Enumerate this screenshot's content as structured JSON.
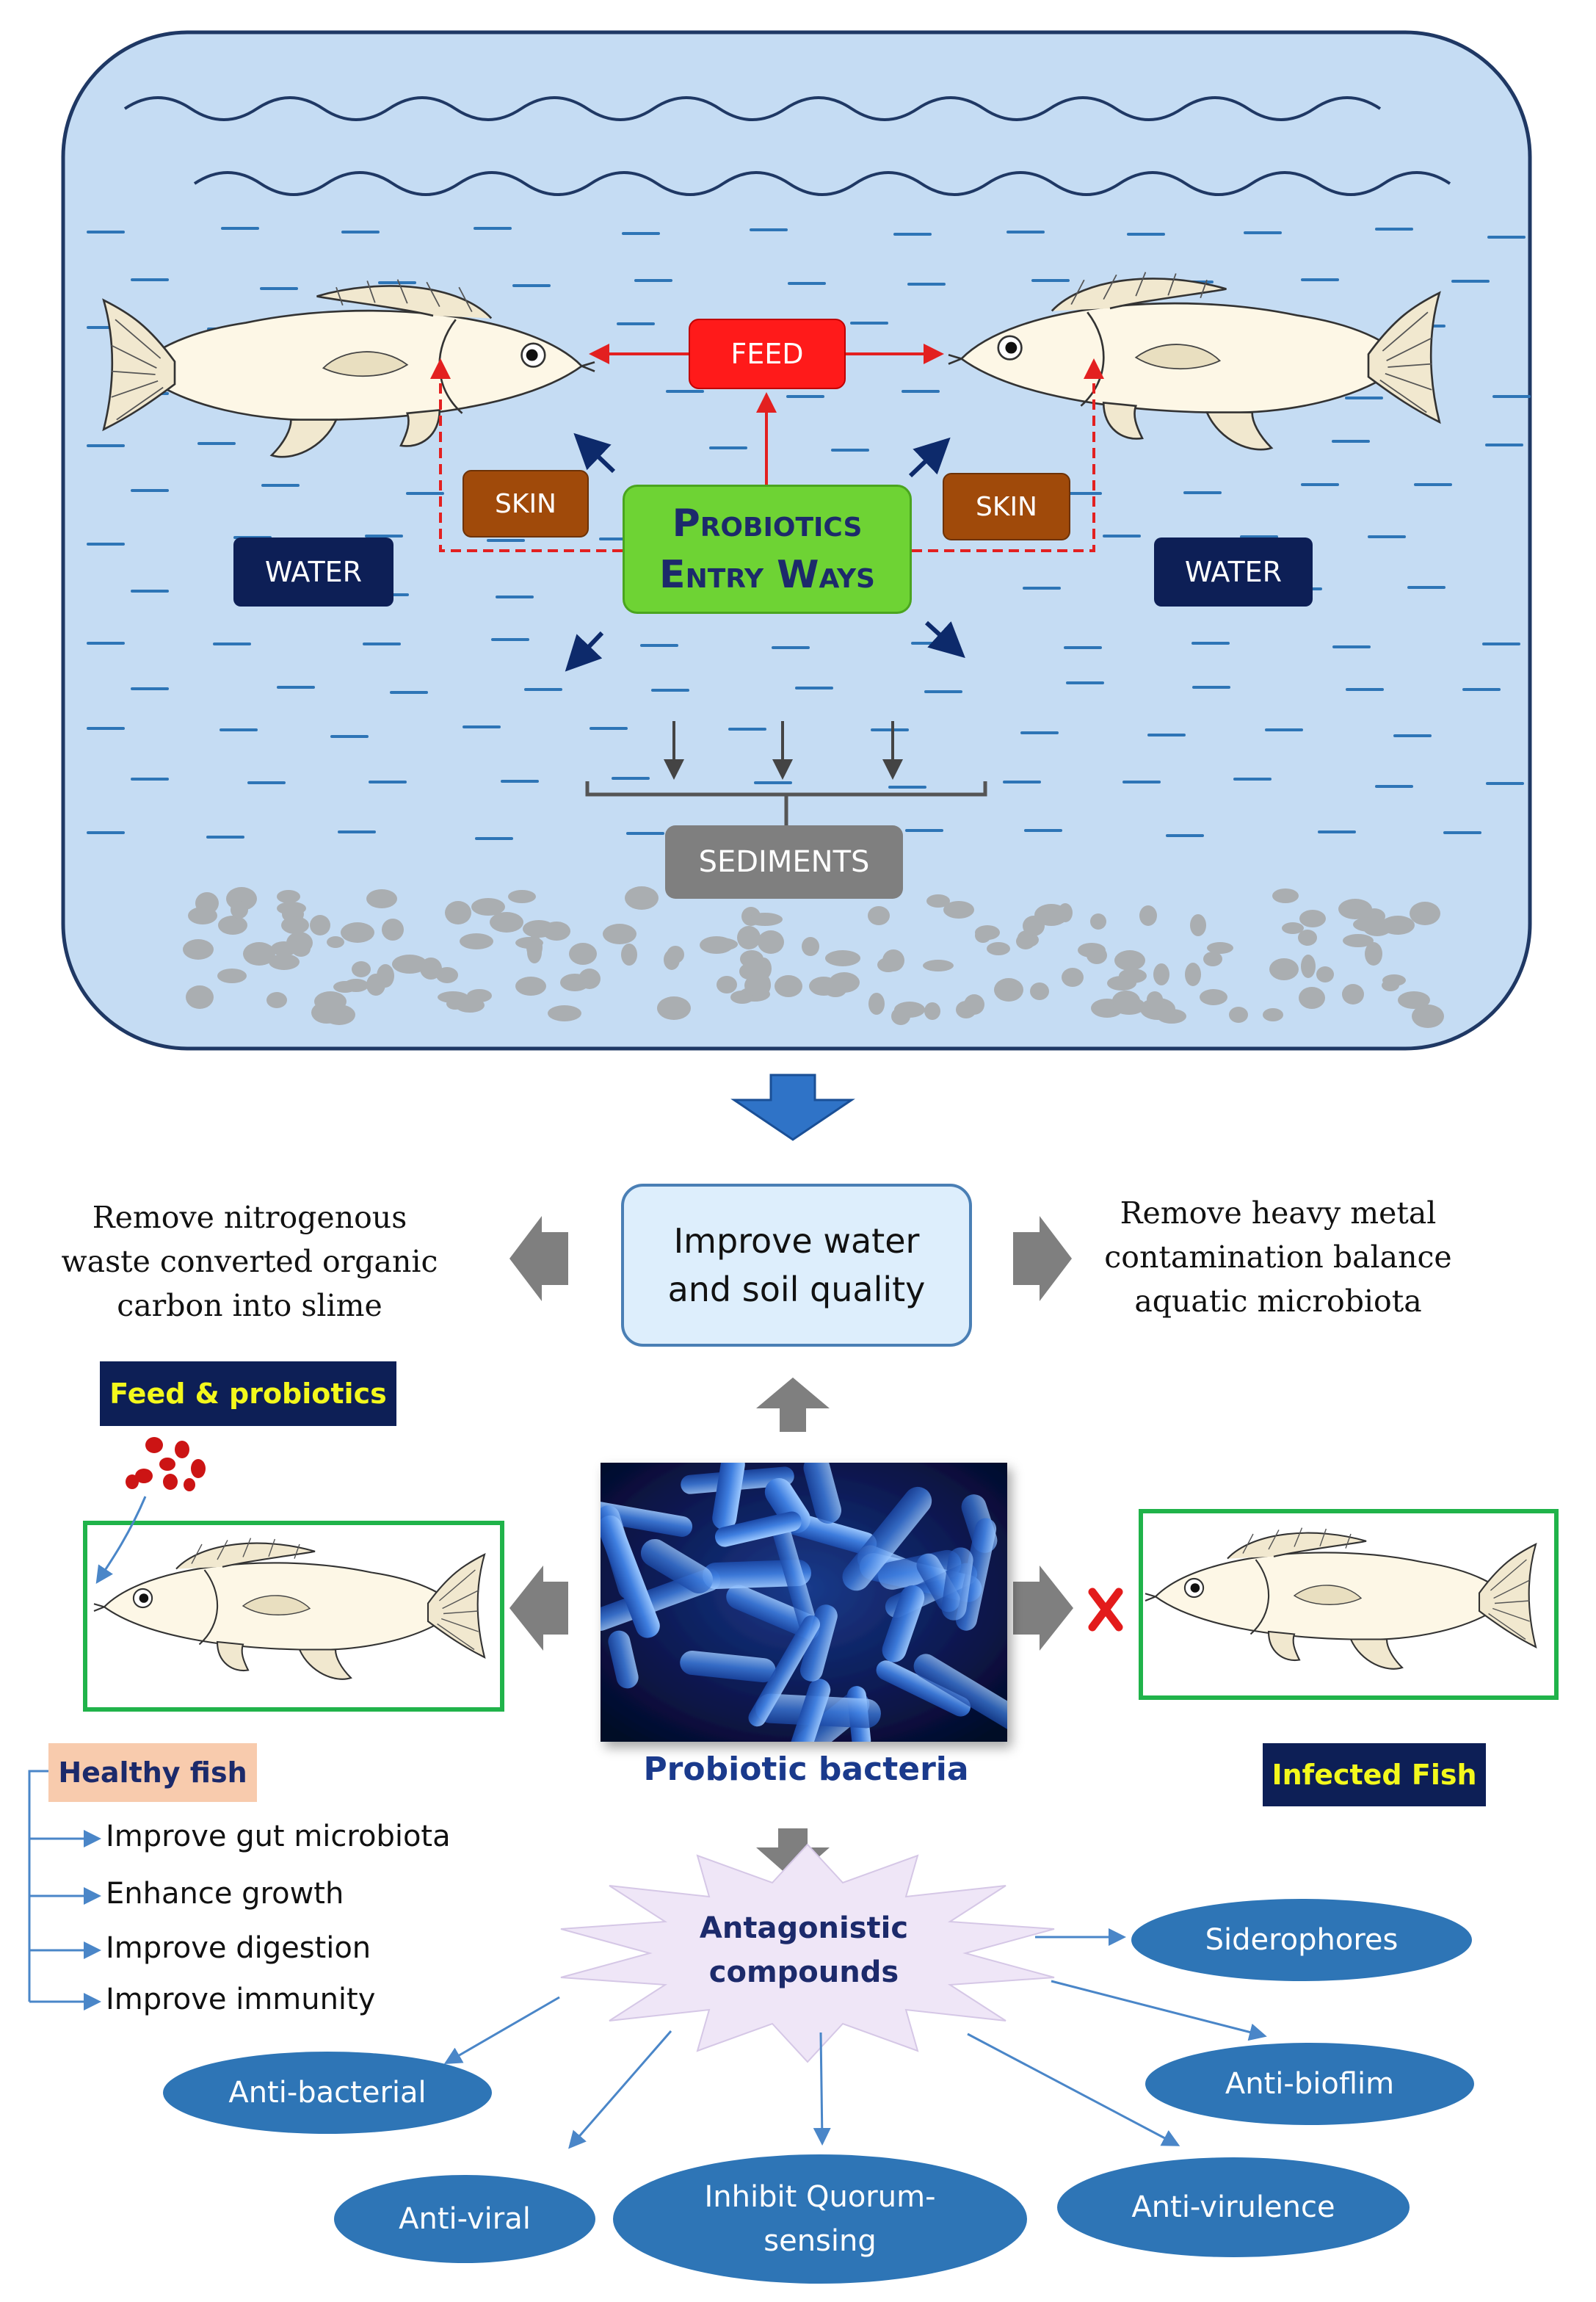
{
  "entry": {
    "feed": "FEED",
    "skin_left": "SKIN",
    "skin_right": "SKIN",
    "probiotics_line1": "Probiotics",
    "probiotics_line2": "Entry Ways",
    "water_left": "WATER",
    "water_right": "WATER",
    "sediments": "SEDIMENTS"
  },
  "quality": {
    "center_line1": "Improve water",
    "center_line2": "and soil quality",
    "left_text": "Remove nitrogenous waste converted organic carbon into slime",
    "right_text": "Remove heavy metal contamination balance aquatic microbiota"
  },
  "fish_effects": {
    "feed_probiotics": "Feed & probiotics",
    "probiotic_bacteria": "Probiotic bacteria",
    "infected_fish": "Infected Fish",
    "healthy_fish": "Healthy fish",
    "benefits": [
      "Improve gut microbiota",
      "Enhance growth",
      "Improve digestion",
      "Improve immunity"
    ]
  },
  "antagonistic": {
    "center_line1": "Antagonistic",
    "center_line2": "compounds",
    "siderophores": "Siderophores",
    "anti_bacterial": "Anti-bacterial",
    "anti_biofilm": "Anti-bioflim",
    "anti_viral": "Anti-viral",
    "quorum_line1": "Inhibit Quorum-",
    "quorum_line2": "sensing",
    "anti_virulence": "Anti-virulence"
  },
  "colors": {
    "pond_fill": "#c5dcf3",
    "pond_border": "#1f3864",
    "feed_red": "#ff1a1a",
    "skin_brown": "#a04a0a",
    "probiotics_green": "#6ed334",
    "water_navy": "#0d1f56",
    "sediment_gray": "#7f7f7f",
    "ellipse_blue": "#2e75b6",
    "healthy_peach": "#f8cbad",
    "fish_frame_green": "#20b34a",
    "big_arrow_blue": "#2f73c7"
  }
}
